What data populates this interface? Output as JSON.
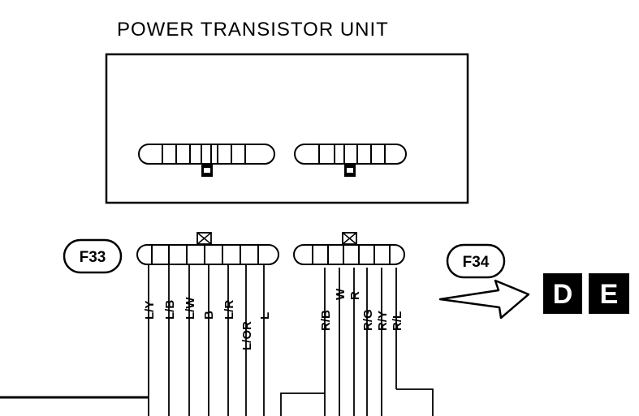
{
  "title": "POWER TRANSISTOR UNIT",
  "connectors": {
    "left": {
      "ref": "F33",
      "wires": [
        "L/Y",
        "L/B",
        "L/W",
        "B",
        "L/R",
        "L/OR",
        "L"
      ]
    },
    "right": {
      "ref": "F34",
      "wires": [
        "R/B",
        "W",
        "R",
        "R/G",
        "R/Y",
        "R/L"
      ]
    }
  },
  "destinations": [
    "D",
    "E"
  ],
  "icons": [
    "arrow-right-icon",
    "lock-tab-icon"
  ],
  "colors": {
    "ink": "#000000",
    "paper": "#ffffff"
  }
}
